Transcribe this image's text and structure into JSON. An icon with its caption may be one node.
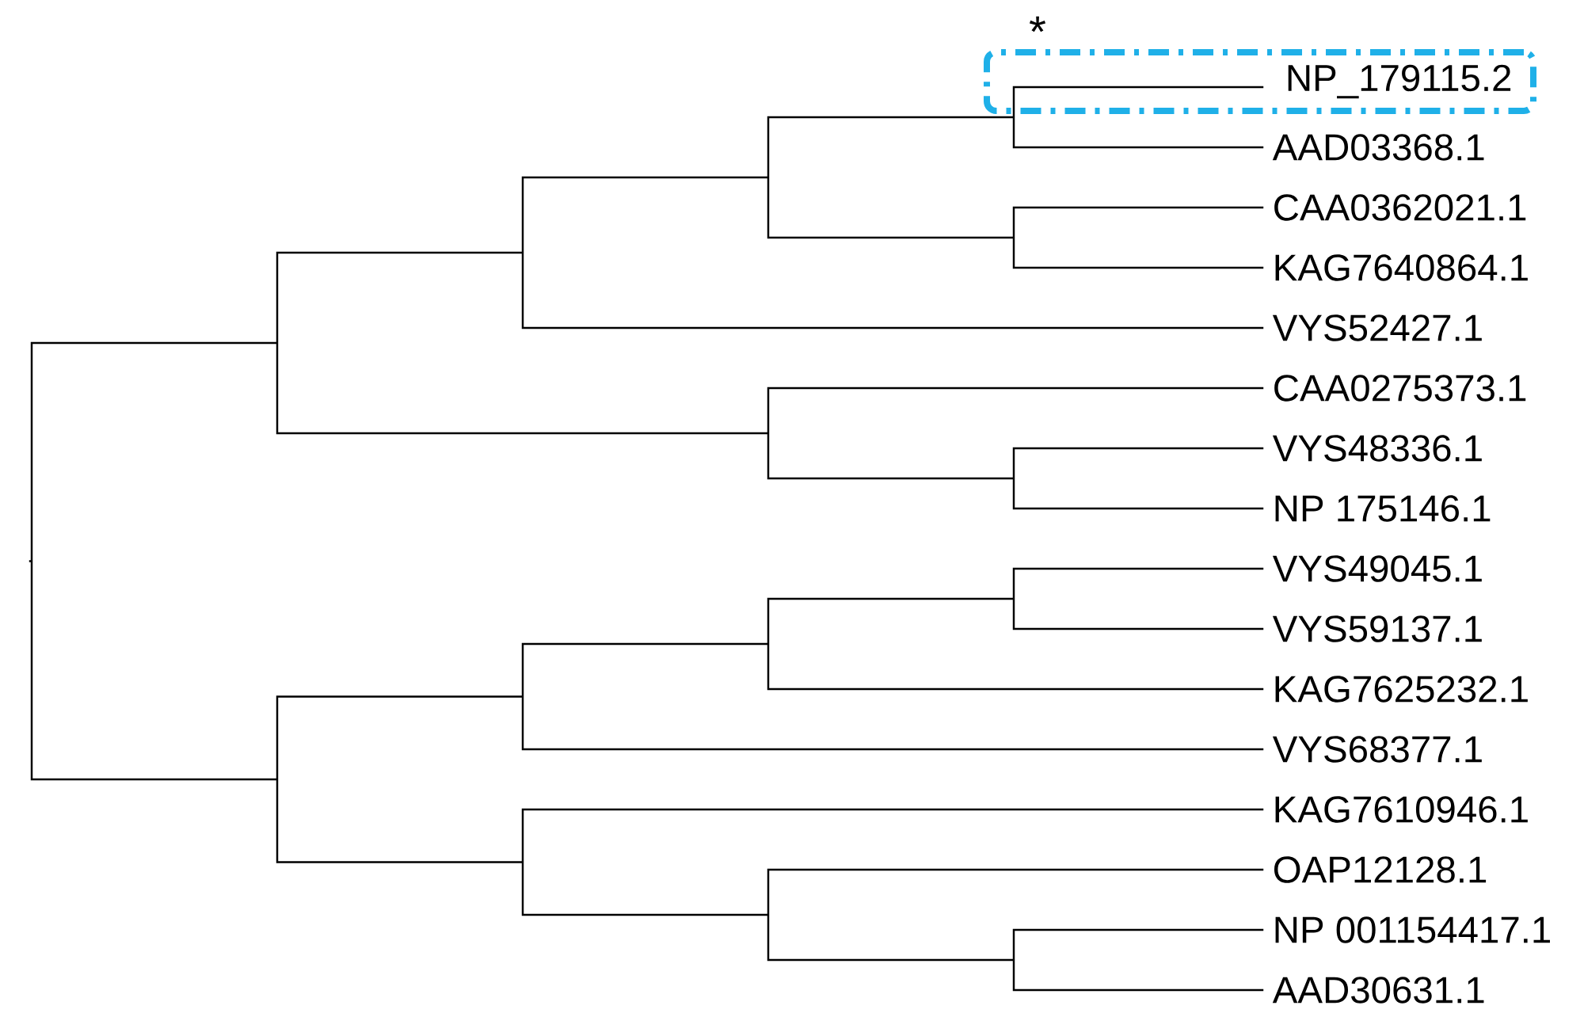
{
  "diagram": {
    "nodes": [
      {
        "text": [
          "NP_179115.2"
        ],
        "beside": [
          "*"
        ]
      }
    ],
    "labels": [
      "AAD03368.1",
      "CAA0362021.1",
      "KAG7640864.1",
      "VYS52427.1",
      "CAA0275373.1",
      "VYS48336.1",
      "NP 175146.1",
      "VYS49045.1",
      "VYS59137.1",
      "KAG7625232.1",
      "VYS68377.1",
      "KAG7610946.1",
      "OAP12128.1",
      "NP 001154417.1",
      "AAD30631.1"
    ]
  }
}
